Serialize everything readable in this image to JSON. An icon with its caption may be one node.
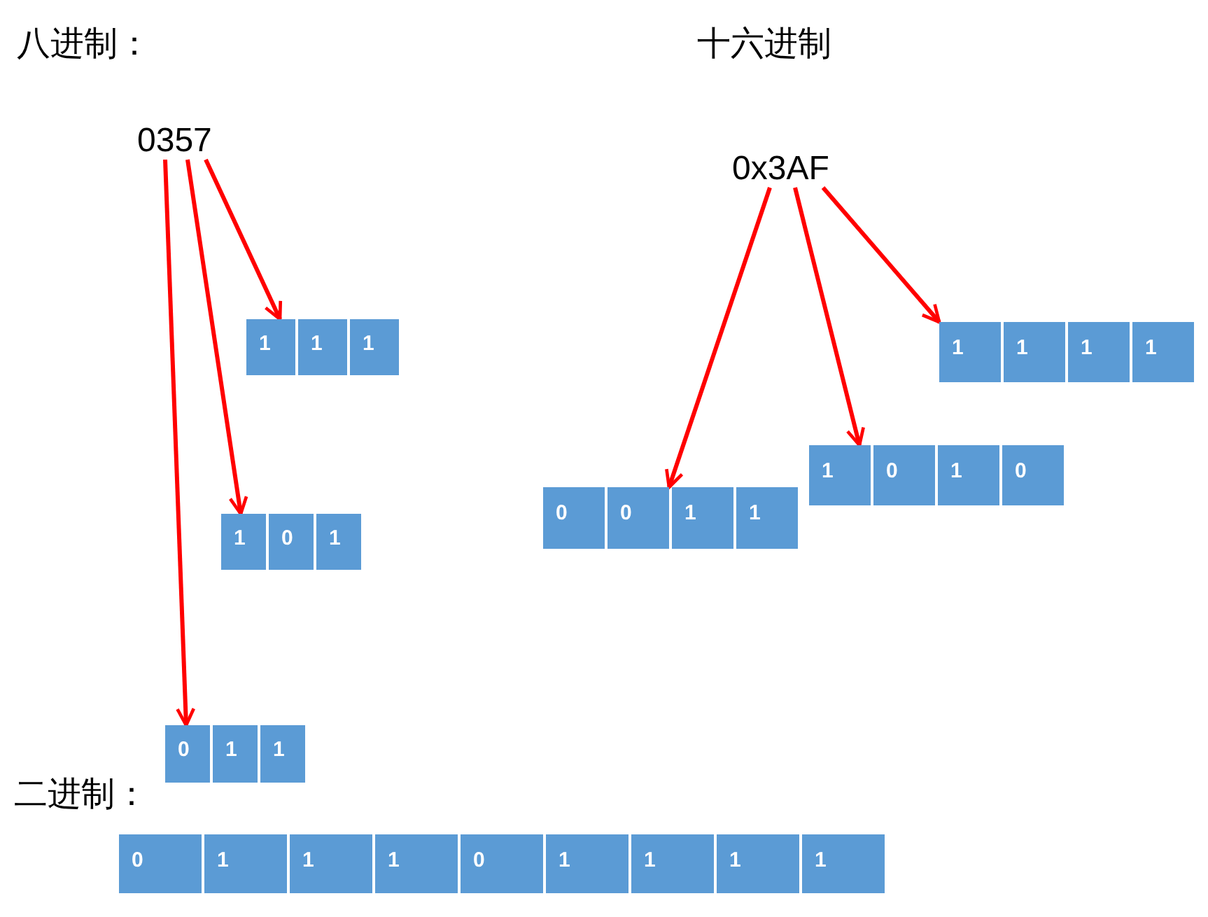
{
  "diagram": {
    "nodes": [
      {
        "text": [
          "0357"
        ]
      },
      {
        "text": [
          "0x3AF"
        ]
      },
      {
        "text": [],
        "shape": "bar"
      },
      {
        "text": [
          "1"
        ],
        "in": 2
      },
      {
        "text": [
          "1"
        ],
        "in": 2
      },
      {
        "text": [
          "1"
        ],
        "in": 2
      },
      {
        "text": [],
        "shape": "bar"
      },
      {
        "text": [
          "1"
        ],
        "in": 6
      },
      {
        "text": [
          "1"
        ],
        "in": 6
      },
      {
        "text": [
          "1"
        ],
        "in": 6
      },
      {
        "text": [
          "1"
        ],
        "in": 6
      },
      {
        "text": [],
        "shape": "bar"
      },
      {
        "text": [
          "1"
        ],
        "in": 11
      },
      {
        "text": [
          "0"
        ],
        "in": 11
      },
      {
        "text": [
          "1"
        ],
        "in": 11
      },
      {
        "text": [
          "0"
        ],
        "in": 11
      },
      {
        "text": [],
        "shape": "bar"
      },
      {
        "text": [
          "1"
        ],
        "in": 16
      },
      {
        "text": [
          "0"
        ],
        "in": 16
      },
      {
        "text": [
          "1"
        ],
        "in": 16
      },
      {
        "text": [],
        "shape": "bar"
      },
      {
        "text": [
          "0"
        ],
        "in": 20
      },
      {
        "text": [
          "0"
        ],
        "in": 20
      },
      {
        "text": [
          "1"
        ],
        "in": 20
      },
      {
        "text": [
          "1"
        ],
        "in": 20
      },
      {
        "text": [],
        "shape": "bar"
      },
      {
        "text": [
          "0"
        ],
        "in": 25
      },
      {
        "text": [
          "1"
        ],
        "in": 25
      },
      {
        "text": [
          "1"
        ],
        "in": 25
      },
      {
        "text": [],
        "shape": "bar"
      },
      {
        "text": [
          "0"
        ],
        "in": 29
      },
      {
        "text": [
          "1"
        ],
        "in": 29
      },
      {
        "text": [
          "1"
        ],
        "in": 29
      },
      {
        "text": [
          "1"
        ],
        "in": 29
      },
      {
        "text": [
          "0"
        ],
        "in": 29
      },
      {
        "text": [
          "1"
        ],
        "in": 29
      },
      {
        "text": [
          "1"
        ],
        "in": 29
      },
      {
        "text": [
          "1"
        ],
        "in": 29
      },
      {
        "text": [
          "1"
        ],
        "in": 29
      }
    ],
    "edges": [
      {
        "from": 0,
        "to": 25,
        "arrow": "to"
      },
      {
        "from": 0,
        "to": 16,
        "arrow": "to"
      },
      {
        "from": 0,
        "to": 2,
        "arrow": "to"
      },
      {
        "from": 1,
        "to": 20,
        "arrow": "to"
      },
      {
        "from": 1,
        "to": 11,
        "arrow": "to"
      },
      {
        "from": 1,
        "to": 6,
        "arrow": "to"
      }
    ],
    "labels": [
      "八进制：",
      "十六进制",
      "二进制："
    ]
  }
}
